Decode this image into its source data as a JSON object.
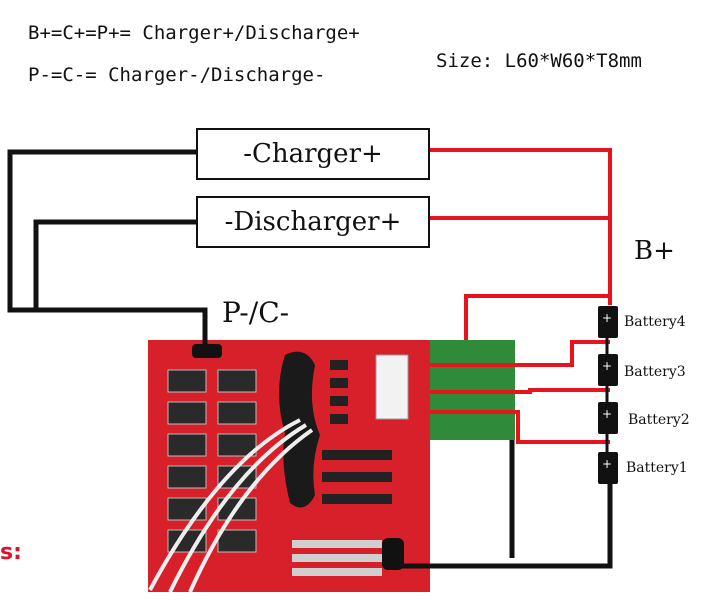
{
  "header": {
    "line1": "B+=C+=P+= Charger+/Discharge+",
    "line2": "P-=C-= Charger-/Discharge-",
    "size": "Size: L60*W60*T8mm"
  },
  "boxes": {
    "charger": "-Charger+",
    "discharger": "-Discharger+"
  },
  "labels": {
    "b_plus": "B+",
    "p_minus_c_minus": "P-/C-",
    "side_fragment": "s:"
  },
  "batteries": [
    "Battery4",
    "Battery3",
    "Battery2",
    "Battery1"
  ],
  "colors": {
    "positive_wire": "#e8141c",
    "negative_wire": "#111111",
    "board": "#d8202a",
    "pcb_green": "#2f8a3a"
  }
}
